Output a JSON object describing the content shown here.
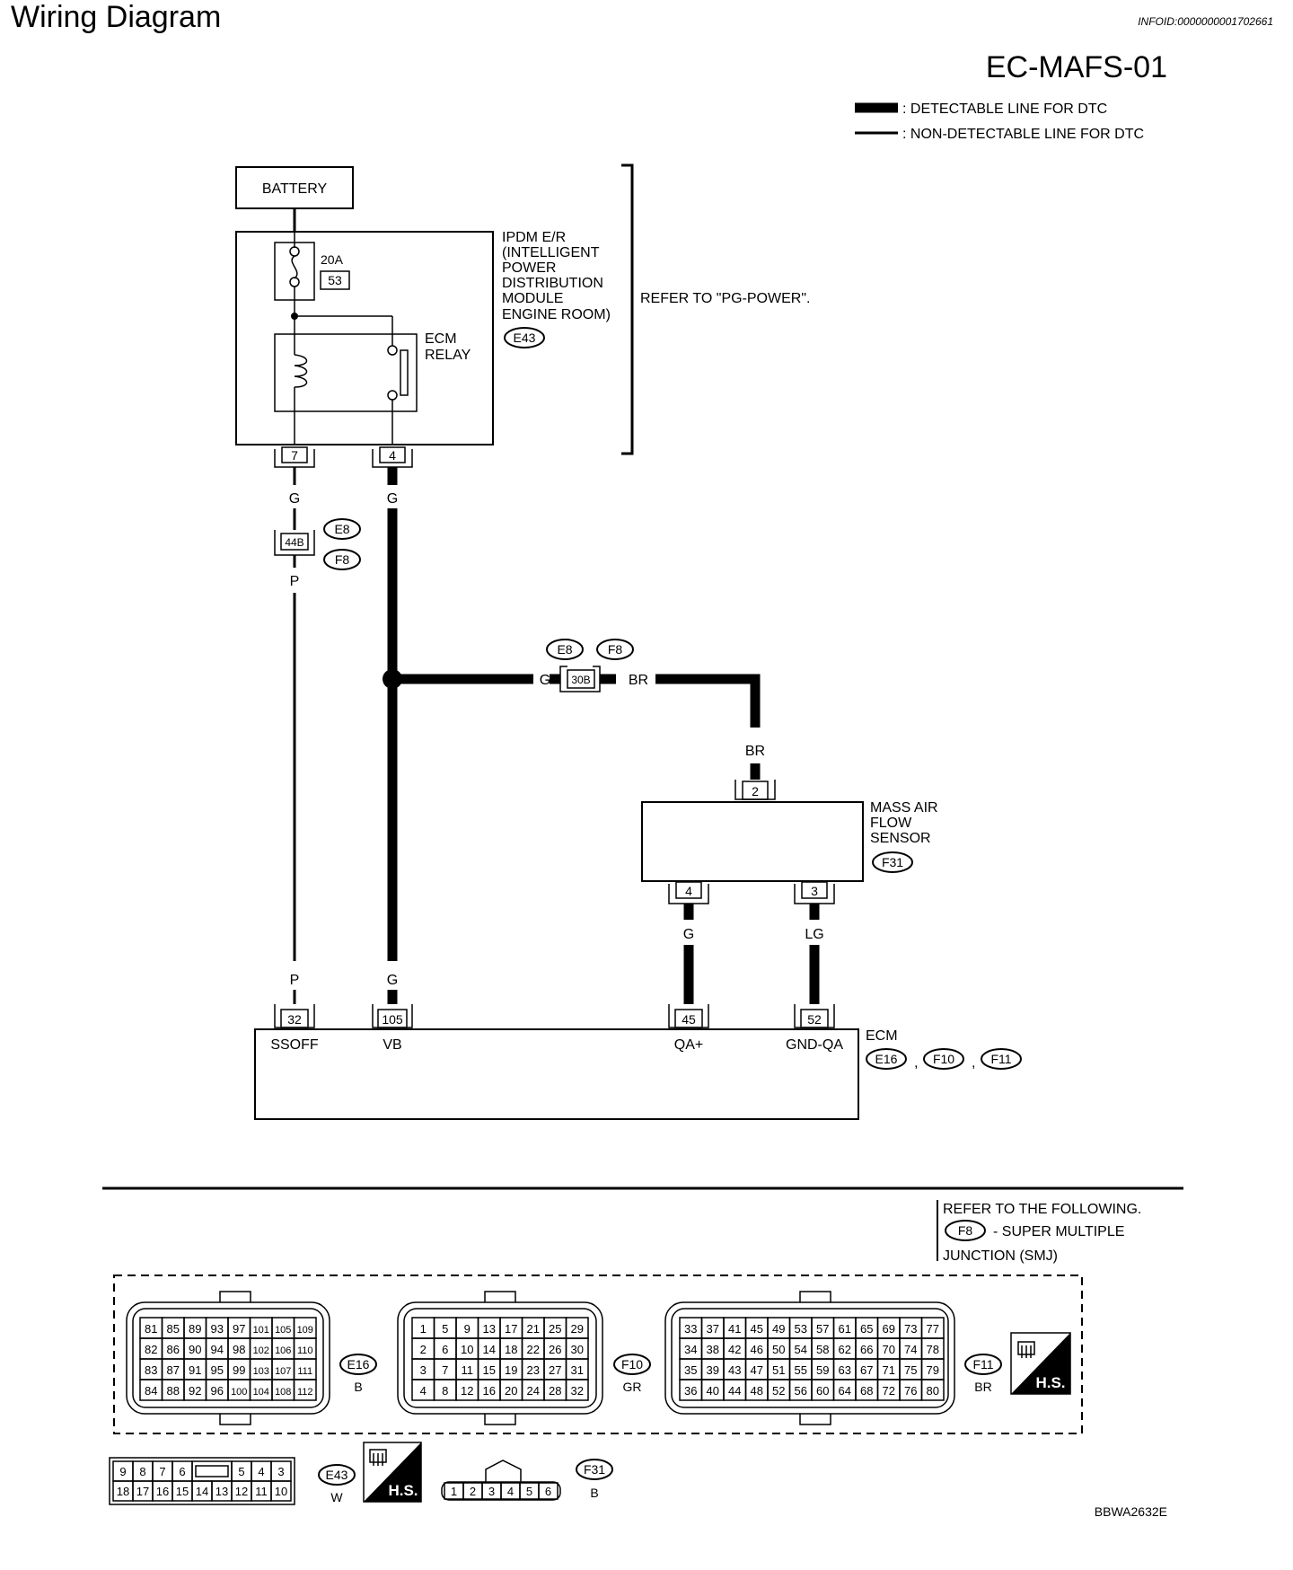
{
  "header": {
    "title": "Wiring Diagram",
    "infoid": "INFOID:0000000001702661",
    "diagram_code": "EC-MAFS-01"
  },
  "legend": {
    "detectable": ": DETECTABLE LINE FOR DTC",
    "non_detectable": ": NON-DETECTABLE LINE FOR DTC"
  },
  "battery": "BATTERY",
  "ipdm": {
    "lines": [
      "IPDM E/R",
      "(INTELLIGENT",
      "POWER",
      "DISTRIBUTION",
      "MODULE",
      "ENGINE ROOM)"
    ],
    "connector": "E43",
    "fuse_amp": "20A",
    "fuse_no": "53",
    "relay_lines": [
      "ECM",
      "RELAY"
    ],
    "pin_left": "7",
    "pin_right": "4"
  },
  "refer_power": "REFER TO \"PG-POWER\".",
  "wires": {
    "g": "G",
    "p": "P",
    "br": "BR",
    "lg": "LG"
  },
  "junction_44b": {
    "pin": "44B",
    "conn1": "E8",
    "conn2": "F8"
  },
  "junction_30b": {
    "pin": "30B",
    "conn1": "E8",
    "conn2": "F8"
  },
  "maf": {
    "lines": [
      "MASS AIR",
      "FLOW",
      "SENSOR"
    ],
    "connector": "F31",
    "pin_top": "2",
    "pin_left": "4",
    "pin_right": "3"
  },
  "ecm": {
    "label": "ECM",
    "connectors": [
      "E16",
      "F10",
      "F11"
    ],
    "sep": ",",
    "pins": [
      {
        "no": "32",
        "name": "SSOFF"
      },
      {
        "no": "105",
        "name": "VB"
      },
      {
        "no": "45",
        "name": "QA+"
      },
      {
        "no": "52",
        "name": "GND-QA"
      }
    ]
  },
  "refer_following": {
    "line1": "REFER TO THE FOLLOWING.",
    "conn": "F8",
    "line2": "- SUPER MULTIPLE",
    "line3": "JUNCTION (SMJ)"
  },
  "connector_views": {
    "e16": {
      "id": "E16",
      "color": "B",
      "rows": [
        [
          "81",
          "85",
          "89",
          "93",
          "97",
          "101",
          "105",
          "109"
        ],
        [
          "82",
          "86",
          "90",
          "94",
          "98",
          "102",
          "106",
          "110"
        ],
        [
          "83",
          "87",
          "91",
          "95",
          "99",
          "103",
          "107",
          "111"
        ],
        [
          "84",
          "88",
          "92",
          "96",
          "100",
          "104",
          "108",
          "112"
        ]
      ]
    },
    "f10": {
      "id": "F10",
      "color": "GR",
      "rows": [
        [
          "1",
          "5",
          "9",
          "13",
          "17",
          "21",
          "25",
          "29"
        ],
        [
          "2",
          "6",
          "10",
          "14",
          "18",
          "22",
          "26",
          "30"
        ],
        [
          "3",
          "7",
          "11",
          "15",
          "19",
          "23",
          "27",
          "31"
        ],
        [
          "4",
          "8",
          "12",
          "16",
          "20",
          "24",
          "28",
          "32"
        ]
      ]
    },
    "f11": {
      "id": "F11",
      "color": "BR",
      "rows": [
        [
          "33",
          "37",
          "41",
          "45",
          "49",
          "53",
          "57",
          "61",
          "65",
          "69",
          "73",
          "77"
        ],
        [
          "34",
          "38",
          "42",
          "46",
          "50",
          "54",
          "58",
          "62",
          "66",
          "70",
          "74",
          "78"
        ],
        [
          "35",
          "39",
          "43",
          "47",
          "51",
          "55",
          "59",
          "63",
          "67",
          "71",
          "75",
          "79"
        ],
        [
          "36",
          "40",
          "44",
          "48",
          "52",
          "56",
          "60",
          "64",
          "68",
          "72",
          "76",
          "80"
        ]
      ]
    },
    "e43": {
      "id": "E43",
      "color": "W",
      "row1": [
        "9",
        "8",
        "7",
        "6",
        "",
        "5",
        "4",
        "3"
      ],
      "row2": [
        "18",
        "17",
        "16",
        "15",
        "14",
        "13",
        "12",
        "11",
        "10"
      ]
    },
    "f31": {
      "id": "F31",
      "color": "B",
      "pins": [
        "1",
        "2",
        "3",
        "4",
        "5",
        "6"
      ]
    },
    "hs_label": "H.S."
  },
  "footer_code": "BBWA2632E"
}
